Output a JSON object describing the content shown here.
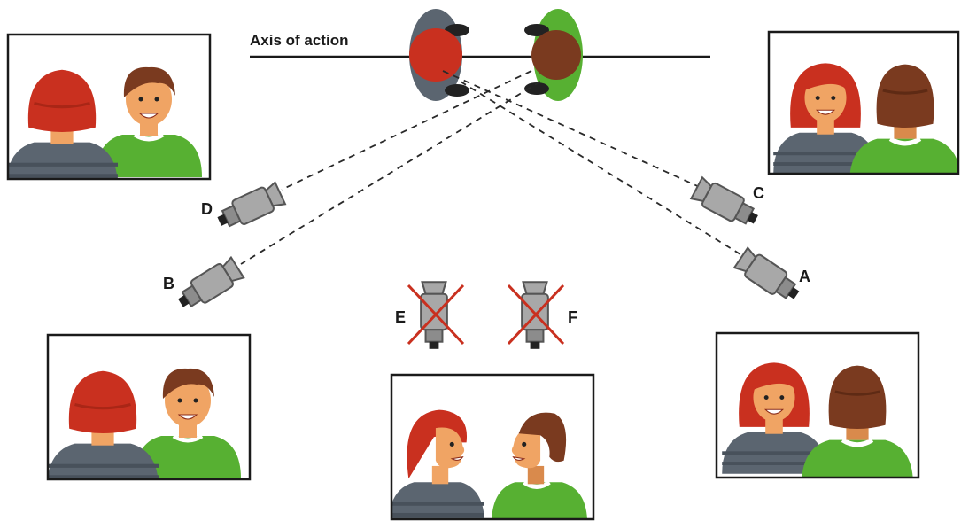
{
  "axis_label": "Axis of action",
  "cameras": [
    {
      "label": "A",
      "allowed": true
    },
    {
      "label": "B",
      "allowed": true
    },
    {
      "label": "C",
      "allowed": true
    },
    {
      "label": "D",
      "allowed": true
    },
    {
      "label": "E",
      "allowed": false
    },
    {
      "label": "F",
      "allowed": false
    }
  ],
  "colors": {
    "woman_hair": "#c9301f",
    "woman_shirt": "#5b6570",
    "man_hair": "#7a3a1f",
    "man_shirt": "#57b032",
    "skin": "#f0a464",
    "camera_body": "#a8a8a8",
    "forbidden_cross": "#c9301f",
    "frame_border": "#1a1a1a"
  }
}
